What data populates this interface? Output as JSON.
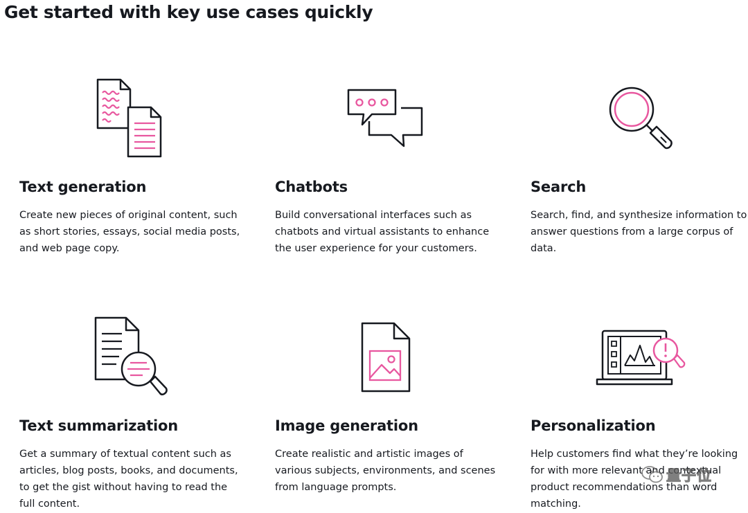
{
  "page": {
    "title": "Get started with key use cases quickly"
  },
  "colors": {
    "text": "#16191f",
    "accent": "#e8579f",
    "icon_stroke": "#16191f"
  },
  "use_cases": [
    {
      "icon": "documents-icon",
      "title": "Text generation",
      "description": "Create new pieces of original content, such as short stories, essays, social media posts, and web page copy."
    },
    {
      "icon": "chat-bubbles-icon",
      "title": "Chatbots",
      "description": "Build conversational interfaces such as chatbots and virtual assistants to enhance the user experience for your customers."
    },
    {
      "icon": "magnifier-icon",
      "title": "Search",
      "description": "Search, find, and synthesize information to answer questions from a large corpus of data."
    },
    {
      "icon": "document-magnifier-icon",
      "title": "Text summarization",
      "description": "Get a summary of textual content such as articles, blog posts, books, and documents, to get the gist without having to read the full content."
    },
    {
      "icon": "image-file-icon",
      "title": "Image generation",
      "description": "Create realistic and artistic images of various subjects, environments, and scenes from language prompts."
    },
    {
      "icon": "laptop-analytics-icon",
      "title": "Personalization",
      "description": "Help customers find what they’re looking for with more relevant and contextual product recommendations than word matching."
    }
  ],
  "watermark": {
    "text": "量子位",
    "icon": "wechat-icon"
  }
}
